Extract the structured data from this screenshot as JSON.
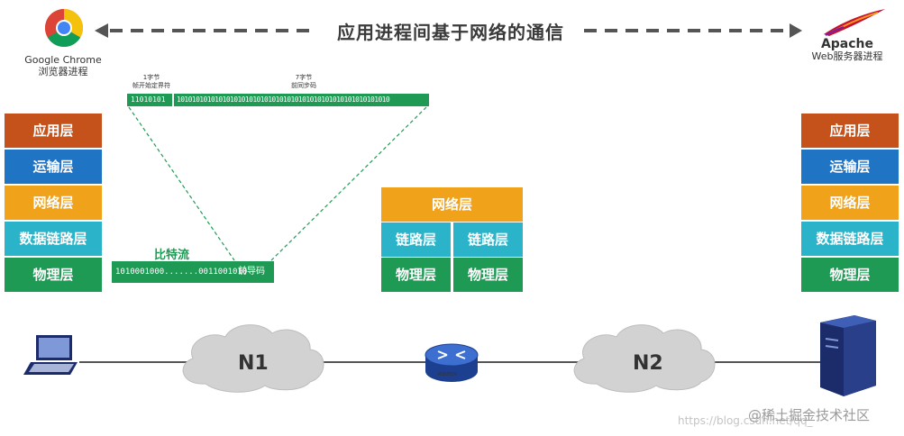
{
  "title": "应用进程间基于网络的通信",
  "chrome": {
    "name": "Google Chrome",
    "desc": "浏览器进程"
  },
  "apache": {
    "name": "Apache",
    "desc": "Web服务器进程"
  },
  "left_stack": [
    "应用层",
    "运输层",
    "网络层",
    "数据链路层",
    "物理层"
  ],
  "right_stack": [
    "应用层",
    "运输层",
    "网络层",
    "数据链路层",
    "物理层"
  ],
  "router_stack": {
    "network": "网络层",
    "link": [
      "链路层",
      "链路层"
    ],
    "physical": [
      "物理层",
      "物理层"
    ]
  },
  "frame": {
    "sfd_note": [
      "1字节",
      "帧开始定界符"
    ],
    "preamble_note": [
      "7字节",
      "前同步码"
    ],
    "sfd_bits": "11010101",
    "preamble_bits": "10101010101010101010101010101010101010101010101010101010"
  },
  "bitstream": {
    "label": "比特流",
    "bits": "1010001000.......0011001010",
    "preamble": "前导码"
  },
  "networks": {
    "n1": "N1",
    "n2": "N2"
  },
  "router_label": "ROUTER",
  "watermark": {
    "url": "https://blog.csdn.net/qq_",
    "brand": "@稀土掘金技术社区"
  },
  "colors": {
    "app": "#c5521a",
    "transport": "#1f74c4",
    "network": "#f0a21b",
    "link": "#2bb4c9",
    "physical": "#1f9a55"
  }
}
